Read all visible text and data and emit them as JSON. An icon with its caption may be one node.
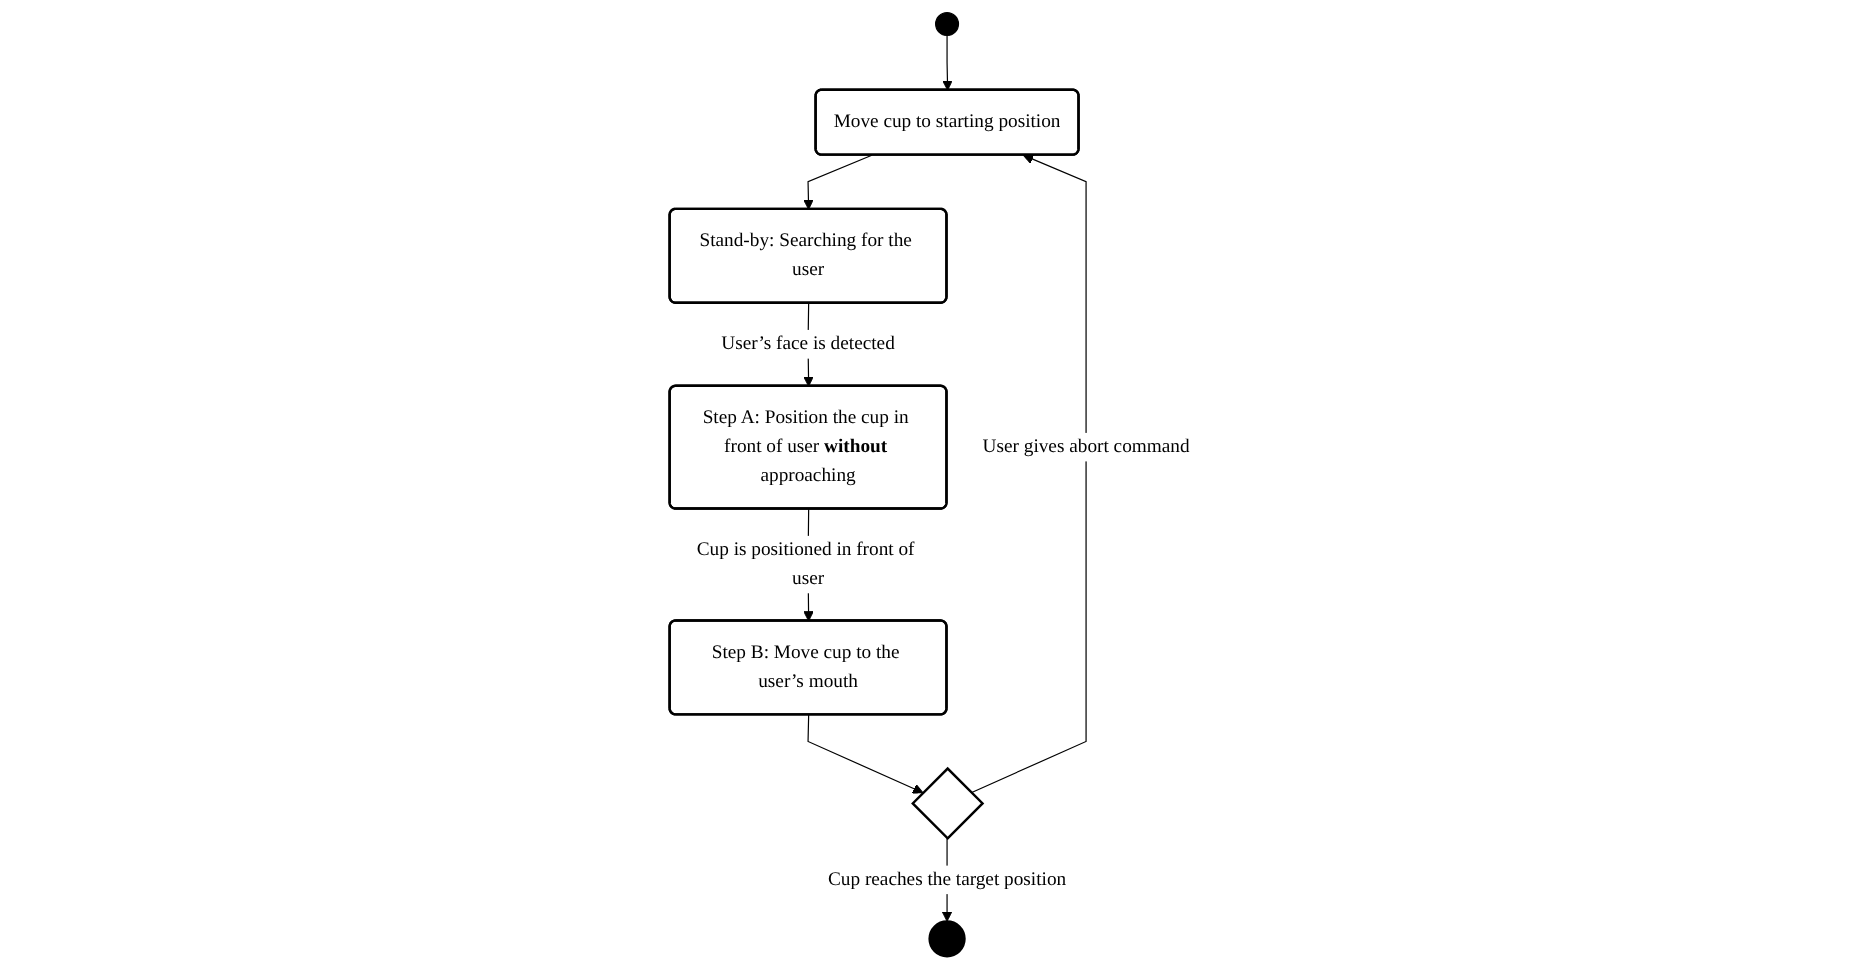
{
  "diagram": {
    "nodes": [
      {
        "text": [],
        "shape": "circle"
      },
      {
        "text": [],
        "shape": "circle"
      },
      {
        "text": [
          "Stand-by: Searching for the user"
        ]
      },
      {
        "text": [
          "Move cup to starting position"
        ]
      },
      {
        "text": [],
        "shape": "diamond"
      },
      {
        "text": [
          "Step A: Position the cup in front of user **without** approaching"
        ]
      },
      {
        "text": [
          "Step B: Move cup to the user’s mouth"
        ]
      }
    ],
    "edges": [
      {
        "from": 0,
        "to": 3,
        "arrow": "to"
      },
      {
        "from": 3,
        "to": 2,
        "arrow": "to"
      },
      {
        "from": 2,
        "to": 5,
        "arrow": "to",
        "label": "User’s face is detected"
      },
      {
        "from": 5,
        "to": 6,
        "arrow": "to",
        "label": "Cup is positioned in front of user"
      },
      {
        "from": 6,
        "to": 4,
        "arrow": "to"
      },
      {
        "from": 4,
        "to": 3,
        "arrow": "to",
        "label": "User gives abort command"
      },
      {
        "from": 4,
        "to": 1,
        "arrow": "to",
        "label": "Cup reaches the target position"
      }
    ]
  }
}
